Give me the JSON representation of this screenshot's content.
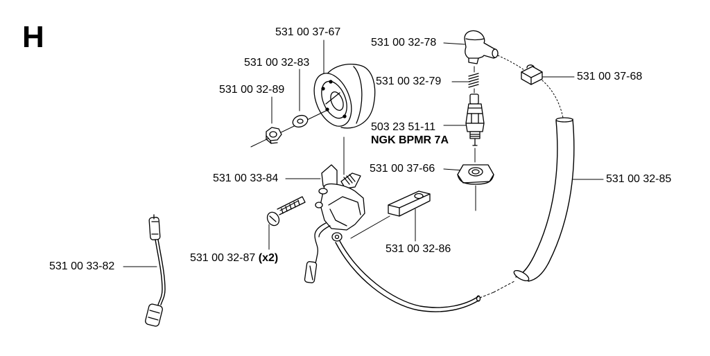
{
  "section": "H",
  "parts": {
    "flywheel": "531 00 37-67",
    "washer": "531 00 32-83",
    "nut": "531 00 32-89",
    "ignition_module": "531 00 33-84",
    "screw": "531 00 32-87",
    "screw_qty": "(x2)",
    "ground_cable": "531 00 33-82",
    "spark_plug_cap": "531 00 32-78",
    "spring": "531 00 32-79",
    "cable_clip": "531 00 37-68",
    "spark_plug": "503 23 51-11",
    "spark_plug_type": "NGK BPMR 7A",
    "seal": "531 00 37-66",
    "protective_tube": "531 00 32-85",
    "gauge": "531 00 32-86"
  }
}
